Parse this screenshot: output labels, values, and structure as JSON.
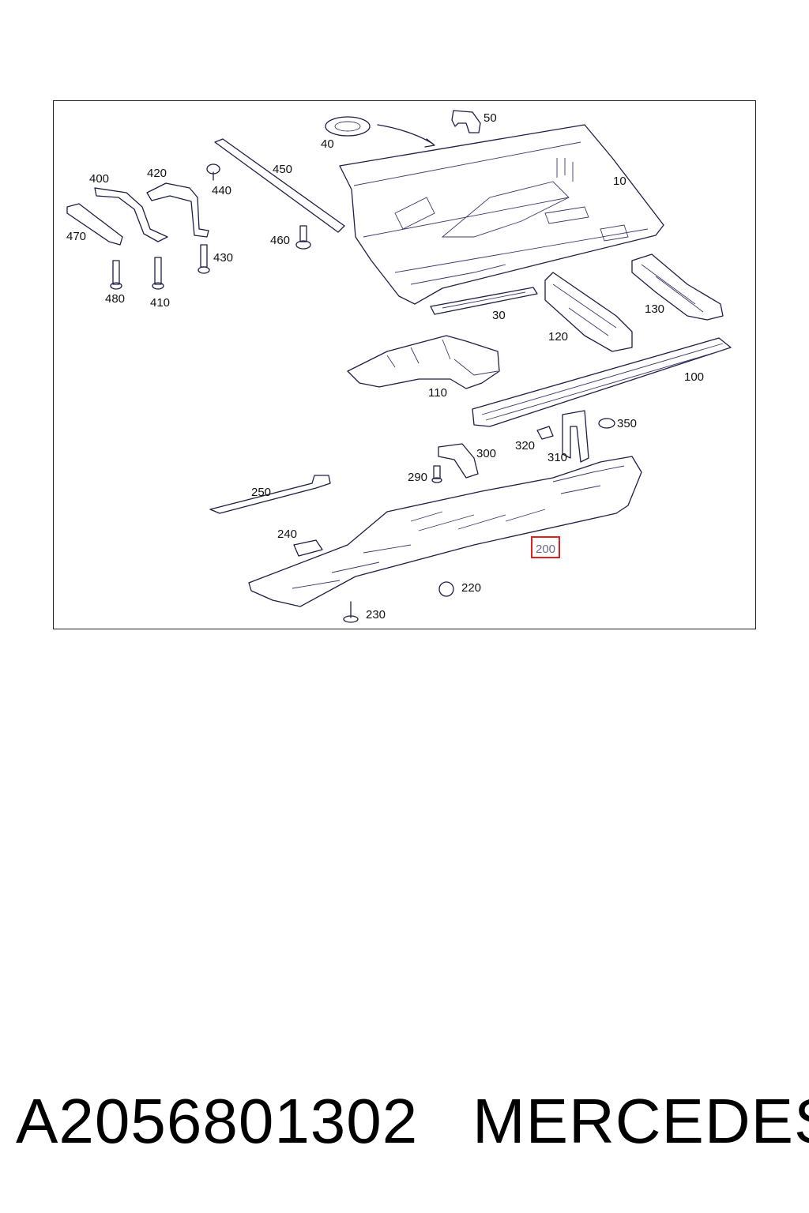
{
  "diagram": {
    "callouts": {
      "c10": "10",
      "c30": "30",
      "c40": "40",
      "c50": "50",
      "c100": "100",
      "c110": "110",
      "c120": "120",
      "c130": "130",
      "c200": "200",
      "c220": "220",
      "c230": "230",
      "c240": "240",
      "c250": "250",
      "c290": "290",
      "c300": "300",
      "c310": "310",
      "c320": "320",
      "c350": "350",
      "c400": "400",
      "c410": "410",
      "c420": "420",
      "c430": "430",
      "c440": "440",
      "c450": "450",
      "c460": "460",
      "c470": "470",
      "c480": "480"
    },
    "highlighted_callout": "200",
    "highlight_color": "#e02020",
    "line_color": "#1e1e46"
  },
  "footer": {
    "part_number": "A2056801302",
    "brand": "MERCEDES"
  }
}
